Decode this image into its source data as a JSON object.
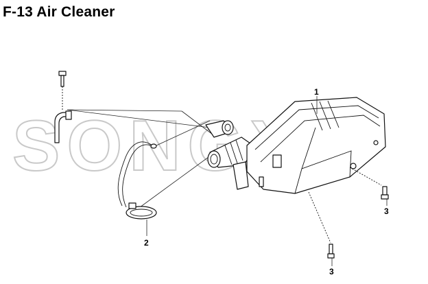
{
  "header": {
    "title": "F-13 Air Cleaner"
  },
  "watermark": {
    "text": "SONGXA"
  },
  "callouts": [
    {
      "label": "1",
      "part": "air-cleaner-assembly"
    },
    {
      "label": "2",
      "part": "hose-clamp"
    },
    {
      "label": "3",
      "part": "bolt-right"
    },
    {
      "label": "3",
      "part": "bolt-bottom"
    }
  ],
  "colors": {
    "line": "#111111",
    "watermark": "#c9c9c9",
    "background": "#ffffff"
  }
}
